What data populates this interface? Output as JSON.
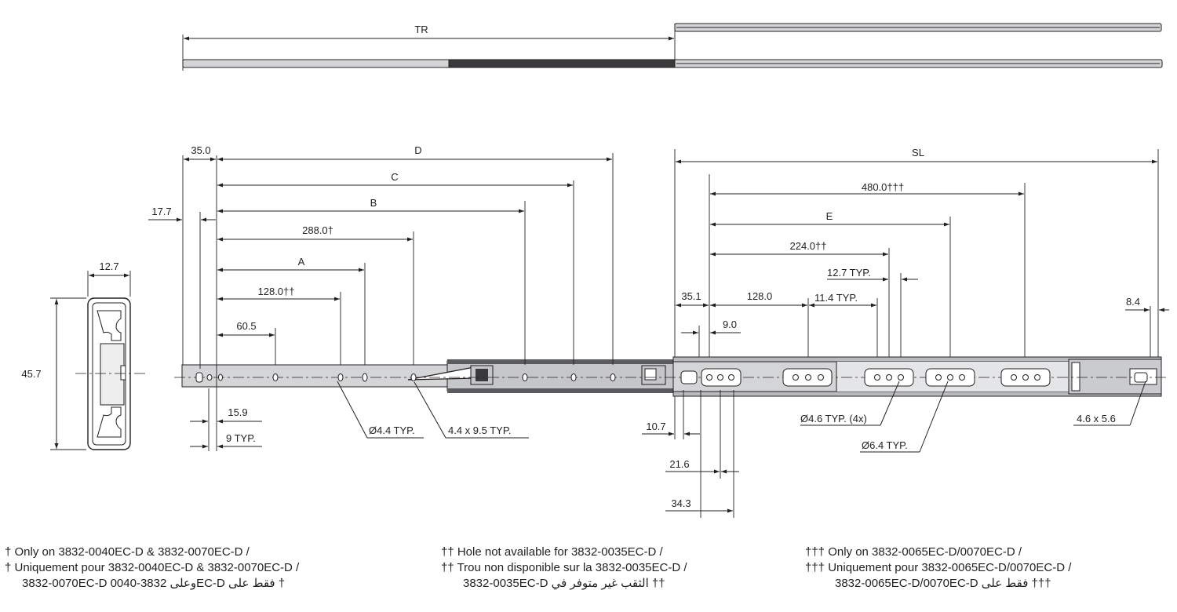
{
  "dimensions": {
    "tr": "TR",
    "d35": "35.0",
    "d": "D",
    "c": "C",
    "b": "B",
    "d288": "288.0†",
    "a": "A",
    "d128dd": "128.0††",
    "d605": "60.5",
    "d177": "17.7",
    "d127": "12.7",
    "d457": "45.7",
    "d159": "15.9",
    "d9typ": "9 TYP.",
    "hole44": "Ø4.4 TYP.",
    "slot44": "4.4 x 9.5 TYP.",
    "sl": "SL",
    "d480": "480.0†††",
    "e": "E",
    "d224": "224.0††",
    "d127typ": "12.7 TYP.",
    "d351": "35.1",
    "d128": "128.0",
    "d114typ": "11.4 TYP.",
    "d84": "8.4",
    "d90": "9.0",
    "hole46": "Ø4.6 TYP. (4x)",
    "hole64": "Ø6.4 TYP.",
    "slot46": "4.6 x 5.6",
    "d107": "10.7",
    "d216": "21.6",
    "d343": "34.3"
  },
  "footnotes": {
    "col1": [
      "† Only on 3832-0040EC-D & 3832-0070EC-D /",
      "† Uniquement pour 3832-0040EC-D & 3832-0070EC-D /",
      "3832-0070EC-D  وعلى  3832-0040EC-D  فقط على  †"
    ],
    "col2": [
      "††  Hole not available for 3832-0035EC-D /",
      "††  Trou non disponible sur la 3832-0035EC-D /",
      "3832-0035EC-D  الثقب غير متوفر في  ††"
    ],
    "col3": [
      "†††  Only on 3832-0065EC-D/0070EC-D /",
      "†††  Uniquement pour 3832-0065EC-D/0070EC-D /",
      "3832-0065EC-D/0070EC-D  فقط على  †††"
    ]
  },
  "colors": {
    "ink": "#231f20",
    "rail": "#d4d5d7",
    "rail_dark": "#3a3a3c"
  }
}
